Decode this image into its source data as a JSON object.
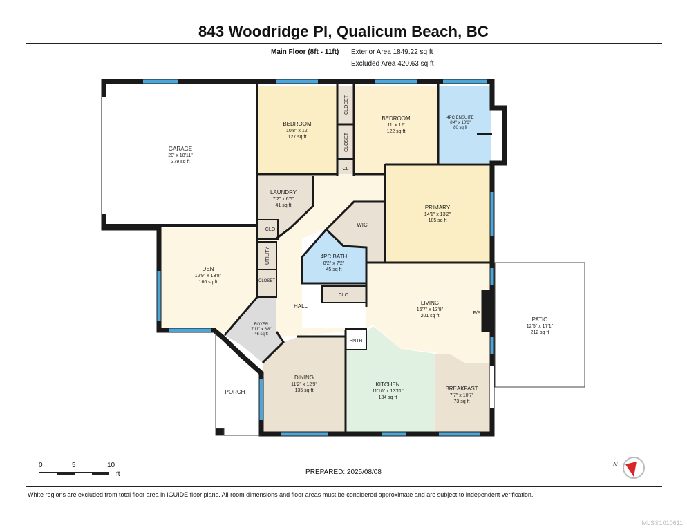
{
  "header": {
    "address": "843 Woodridge Pl, Qualicum Beach, BC",
    "floor_label": "Main Floor (8ft - 11ft)",
    "exterior_area": "Exterior Area 1849.22 sq ft",
    "excluded_area": "Excluded Area 420.63 sq ft"
  },
  "rooms": {
    "garage": {
      "name": "GARAGE",
      "dims": "20' x 18'11\"",
      "area": "379 sq ft"
    },
    "bedroom1": {
      "name": "BEDROOM",
      "dims": "10'8\" x 12'",
      "area": "127 sq ft"
    },
    "bedroom2": {
      "name": "BEDROOM",
      "dims": "11' x 12'",
      "area": "122 sq ft"
    },
    "ensuite": {
      "name": "4PC ENSUITE",
      "dims": "8'4\" x 10'6\"",
      "area": "80 sq ft"
    },
    "primary": {
      "name": "PRIMARY",
      "dims": "14'1\" x 13'2\"",
      "area": "185 sq ft"
    },
    "laundry": {
      "name": "LAUNDRY",
      "dims": "7'2\" x 6'6\"",
      "area": "41 sq ft"
    },
    "den": {
      "name": "DEN",
      "dims": "12'9\" x 13'8\"",
      "area": "166 sq ft"
    },
    "bath": {
      "name": "4PC BATH",
      "dims": "8'2\" x 7'2\"",
      "area": "45 sq ft"
    },
    "living": {
      "name": "LIVING",
      "dims": "16'7\" x 13'8\"",
      "area": "201 sq ft"
    },
    "patio": {
      "name": "PATIO",
      "dims": "12'5\" x 17'1\"",
      "area": "212 sq ft"
    },
    "foyer": {
      "name": "FOYER",
      "dims": "7'11\" x 6'8\"",
      "area": "46 sq ft"
    },
    "dining": {
      "name": "DINING",
      "dims": "11'2\" x 12'9\"",
      "area": "135 sq ft"
    },
    "kitchen": {
      "name": "KITCHEN",
      "dims": "11'10\" x 13'11\"",
      "area": "134 sq ft"
    },
    "breakfast": {
      "name": "BREAKFAST",
      "dims": "7'7\" x 10'7\"",
      "area": "73 sq ft"
    }
  },
  "labels": {
    "closet_a": "CLOSET",
    "closet_b": "CLOSET",
    "cl": "CL",
    "clo_laundry": "CLO",
    "clo_bath": "CLO",
    "wic": "WIC",
    "utility": "UTILITY",
    "closet_c": "CLOSET",
    "hall": "HALL",
    "pntr": "PNTR",
    "porch": "PORCH",
    "fireplace": "F/P"
  },
  "scale": {
    "tick0": "0",
    "tick5": "5",
    "tick10": "10",
    "unit": "ft"
  },
  "compass_letter": "N",
  "prepared": "PREPARED: 2025/08/08",
  "disclaimer": "White regions are excluded from total floor area in iGUIDE floor plans. All room dimensions and floor areas must be considered approximate and are subject to independent verification.",
  "mls": "MLS®1010611",
  "colors": {
    "wall": "#1a1a1a",
    "window": "#4ea6d8",
    "garage": "#ffffff",
    "bedroom": "#fbeec4",
    "bedroom_alt": "#fdf0cf",
    "ensuite": "#c2e3f7",
    "utility_beige": "#e9e1d4",
    "hall": "#fdf6e3",
    "bath": "#c2e3f7",
    "dining": "#ece2d1",
    "kitchen": "#e1f1e1",
    "breakfast": "#ece2d1",
    "foyer": "#dcdcdc"
  }
}
